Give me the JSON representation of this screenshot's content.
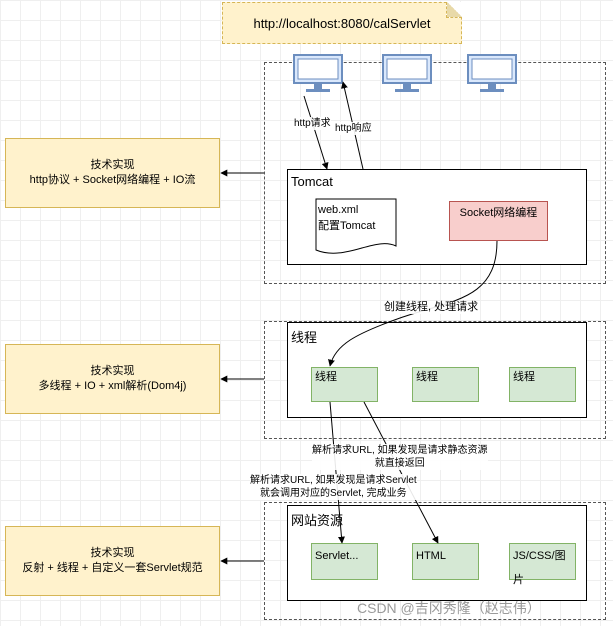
{
  "note": {
    "url": "http://localhost:8080/calServlet"
  },
  "tech_boxes": [
    {
      "heading": "技术实现",
      "detail": "http协议 + Socket网络编程 + IO流"
    },
    {
      "heading": "技术实现",
      "detail": "多线程 + IO + xml解析(Dom4j)"
    },
    {
      "heading": "技术实现",
      "detail": "反射 + 线程 + 自定义一套Servlet规范"
    }
  ],
  "tomcat": {
    "title": "Tomcat",
    "doc_line1": "web.xml",
    "doc_line2": "配置Tomcat",
    "socket": "Socket网络编程"
  },
  "threads": {
    "title": "线程",
    "items": [
      "线程",
      "线程",
      "线程"
    ]
  },
  "resources": {
    "title": "网站资源",
    "items": [
      "Servlet...",
      "HTML",
      "JS/CSS/图片"
    ]
  },
  "labels": {
    "http_request": "http请求",
    "http_response": "http响应",
    "create_thread": "创建线程, 处理请求",
    "static_line1": "解析请求URL, 如果发现是请求静态资源",
    "static_line2": "就直接返回",
    "servlet_line1": "解析请求URL, 如果发现是请求Servlet",
    "servlet_line2": "就会调用对应的Servlet, 完成业务"
  },
  "watermark": "CSDN @吉冈秀隆（赵志伟）"
}
